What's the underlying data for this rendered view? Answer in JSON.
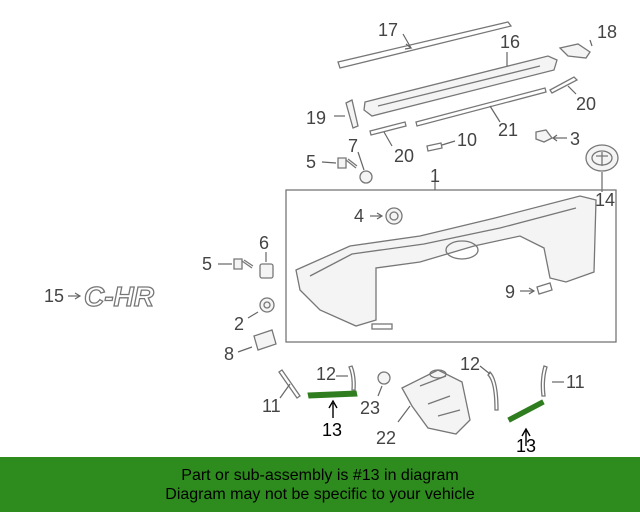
{
  "diagram": {
    "callouts": {
      "c1": "1",
      "c2": "2",
      "c3": "3",
      "c4": "4",
      "c5a": "5",
      "c5b": "5",
      "c6": "6",
      "c7": "7",
      "c8": "8",
      "c9": "9",
      "c10": "10",
      "c11a": "11",
      "c11b": "11",
      "c12a": "12",
      "c12b": "12",
      "c13a": "13",
      "c13b": "13",
      "c14": "14",
      "c15": "15",
      "c16": "16",
      "c17": "17",
      "c18": "18",
      "c19": "19",
      "c20a": "20",
      "c20b": "20",
      "c21": "21",
      "c22": "22",
      "c23": "23"
    },
    "highlight_color": "#2f7d1f"
  },
  "banner": {
    "line1": "Part or sub-assembly is #13 in diagram",
    "line2": "Diagram may not be specific to your vehicle",
    "background": "#2e8b1e"
  }
}
